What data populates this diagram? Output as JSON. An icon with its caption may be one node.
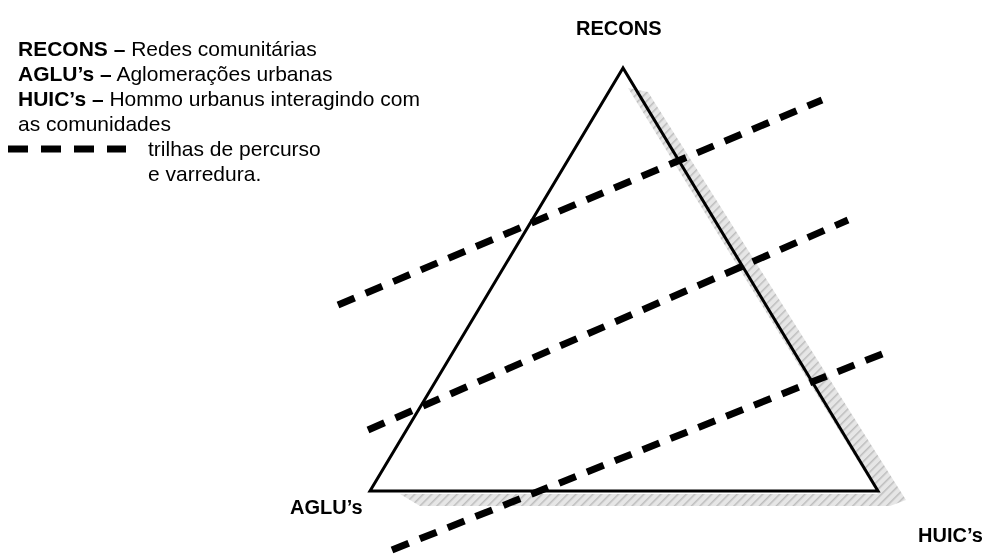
{
  "diagram": {
    "labels": [
      "RECONS",
      "**RECONS –** Redes comunitárias",
      "**AGLU’s –** Aglomerações urbanas",
      "**HUIC’s –** Hommo urbanus interagindo com as comunidades",
      "AGLU’s",
      "HUIC’s"
    ],
    "legend": [
      {
        "text": "trilhas de percurso e varredura."
      }
    ]
  }
}
